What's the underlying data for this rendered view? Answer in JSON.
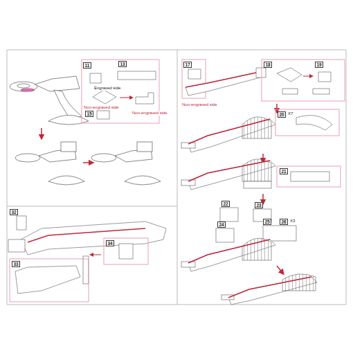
{
  "diagram": {
    "labels": [
      "11",
      "13",
      "Engraved side",
      "Non-engraved side",
      "Non-engraved side",
      "15",
      "17",
      "Non-engraved side",
      "18",
      "19",
      "20",
      "X7",
      "21",
      "22",
      "23",
      "24",
      "25",
      "26",
      "X3",
      "32",
      "33",
      "34"
    ]
  }
}
